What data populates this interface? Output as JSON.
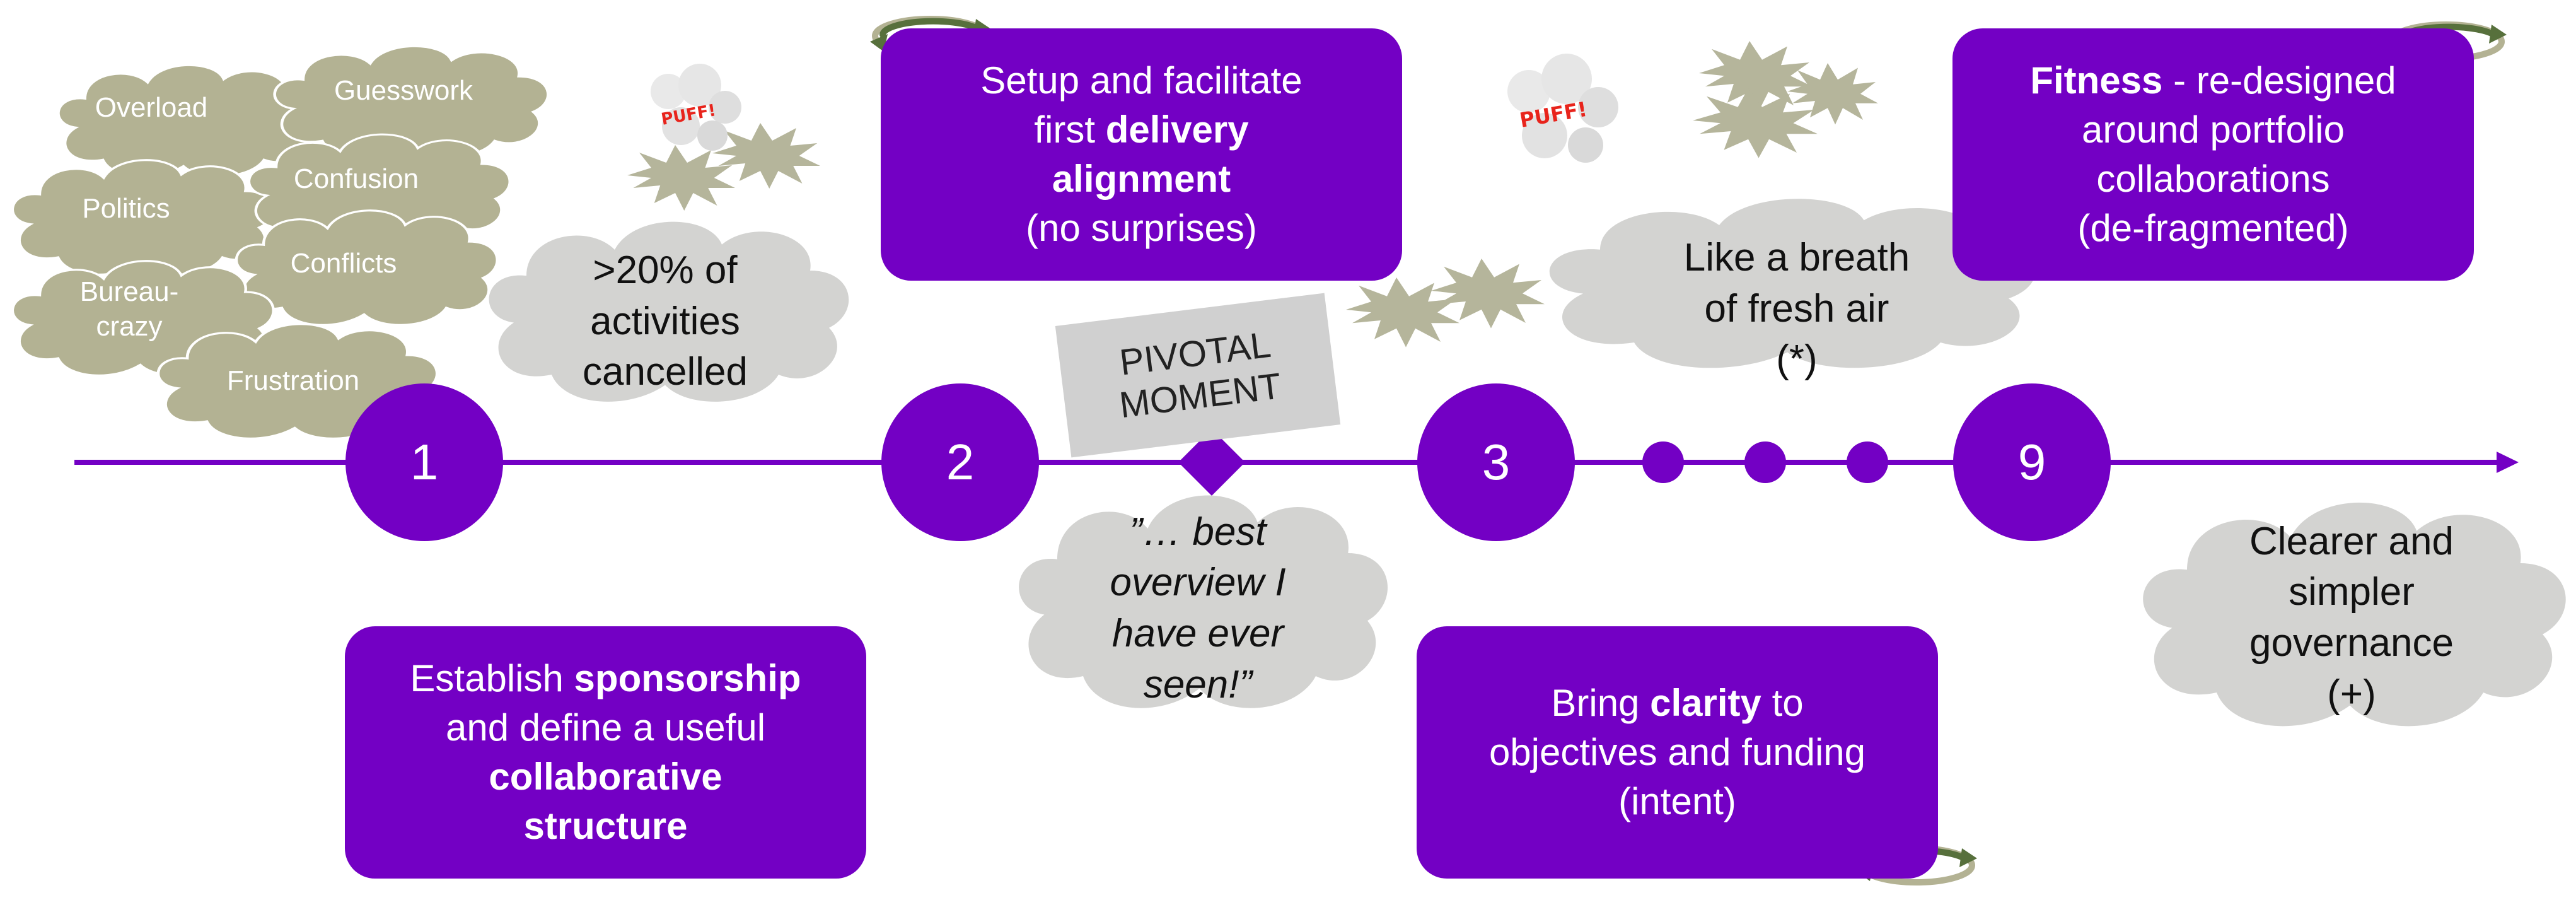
{
  "olive_clouds": [
    "Overload",
    "Guesswork",
    "Politics",
    "Confusion",
    "Conflicts",
    "Bureau-crazy",
    "Frustration"
  ],
  "gray_clouds": {
    "activities": [
      ">20% of",
      "activities",
      "cancelled"
    ],
    "fresh_air": [
      "Like a breath",
      "of fresh air",
      "(*)"
    ],
    "overview": [
      "”… best",
      "overview I",
      "have ever",
      "seen!”"
    ],
    "governance": [
      "Clearer and",
      "simpler",
      "governance",
      "(+)"
    ]
  },
  "puff_label": "PUFF!",
  "pivotal": [
    "PIVOTAL",
    "MOMENT"
  ],
  "milestones": [
    "1",
    "2",
    "3",
    "9"
  ],
  "boxes": {
    "b1": {
      "l1": "Establish ",
      "l1b": "sponsorship",
      "l2": "and define a useful",
      "l3b": "collaborative",
      "l4b": "structure"
    },
    "b2": {
      "l1": "Setup and facilitate",
      "l2a": "first ",
      "l2b": "delivery",
      "l3b": "alignment",
      "l4": "(no surprises)"
    },
    "b3": {
      "l1a": "Bring ",
      "l1b": "clarity",
      "l1c": " to",
      "l2": "objectives and funding",
      "l3": "(intent)"
    },
    "b4": {
      "l1b": "Fitness",
      "l1": " - re-designed",
      "l2": "around  portfolio",
      "l3": "collaborations",
      "l4": "(de-fragmented)"
    }
  },
  "colors": {
    "purple": "#7300c4",
    "olive": "#b3b293",
    "gray_cloud": "#d3d3d1",
    "burst": "#b5b59b"
  }
}
